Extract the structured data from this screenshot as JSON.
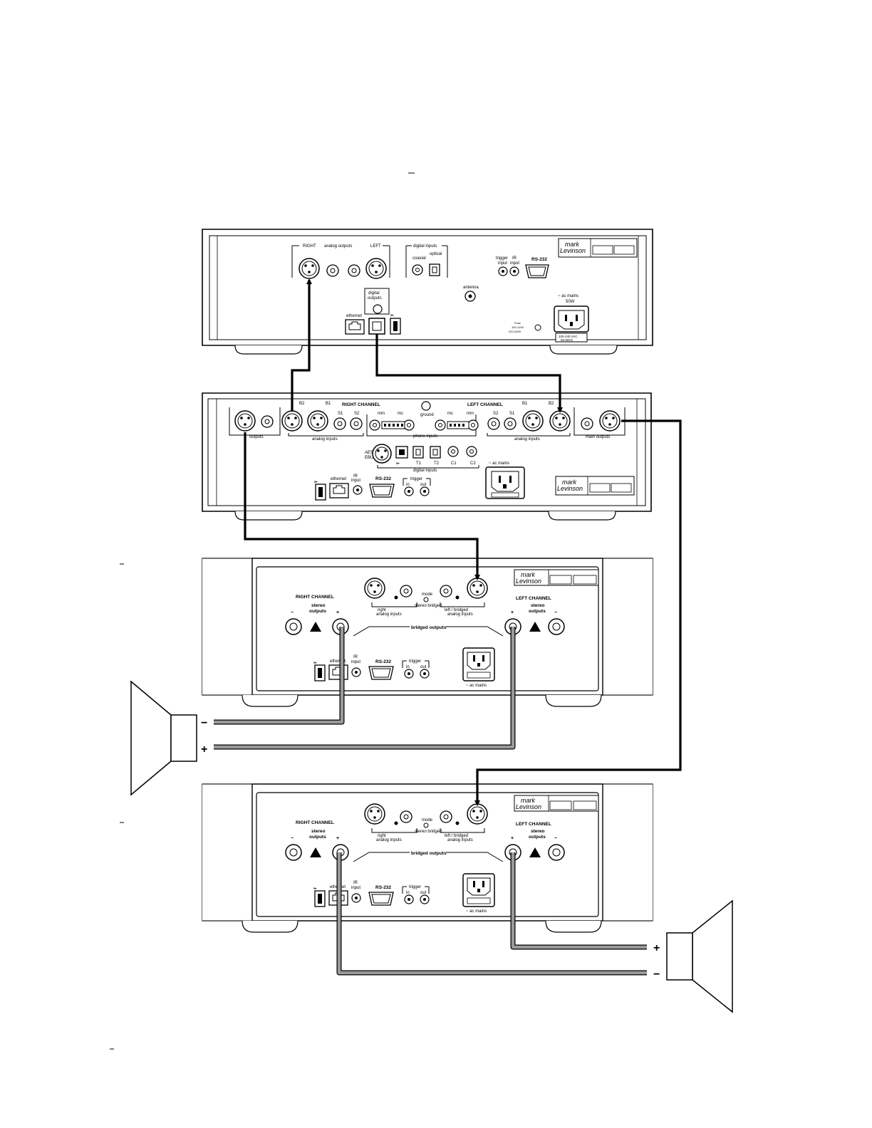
{
  "source": {
    "analog_outputs": "analog outputs",
    "right": "RIGHT",
    "left": "LEFT",
    "digital_inputs": "digital inputs",
    "coaxial": "coaxial",
    "optical": "optical",
    "trigger_input": "trigger input",
    "ir_input": "IR input",
    "rs232": "RS-232",
    "antenna": "antenna",
    "ac_mains": "~ ac mains",
    "watts": "50W",
    "digital_outputs": "digital outputs",
    "ethernet": "ethernet"
  },
  "preamp": {
    "right_channel": "RIGHT CHANNEL",
    "left_channel": "LEFT CHANNEL",
    "ground": "ground",
    "mm": "mm",
    "mc": "mc",
    "phono_inputs": "phono inputs",
    "analog_inputs": "analog inputs",
    "main_outputs": "main outputs",
    "outputs": "outputs",
    "b1": "B1",
    "b2": "B2",
    "s1": "S1",
    "s2": "S2",
    "aes_ebu": "AES/ EBU",
    "digital_inputs": "digital inputs",
    "t1": "T1",
    "t2": "T2",
    "c1": "C1",
    "c2": "C2",
    "ac_mains": "~ ac mains",
    "ethernet": "ethernet",
    "ir_input": "IR input",
    "rs232": "RS-232",
    "trigger": "trigger",
    "in": "in",
    "out": "out"
  },
  "amps": [
    {
      "right_channel": "RIGHT CHANNEL",
      "left_channel": "LEFT CHANNEL",
      "stereo_outputs": "stereo outputs",
      "bridged_outputs": "bridged outputs",
      "right_analog_inputs": "right analog inputs",
      "left_bridged_analog_inputs": "left / bridged analog inputs",
      "mode": "mode",
      "stereo_bridged": "stereo bridged",
      "ethernet": "ethernet",
      "ir_input": "IR input",
      "rs232": "RS-232",
      "trigger": "trigger",
      "in": "in",
      "out": "out",
      "ac_mains": "~ ac mains",
      "minus": "−",
      "plus": "+"
    },
    {
      "right_channel": "RIGHT CHANNEL",
      "left_channel": "LEFT CHANNEL",
      "stereo_outputs": "stereo outputs",
      "bridged_outputs": "bridged outputs",
      "right_analog_inputs": "right analog inputs",
      "left_bridged_analog_inputs": "left / bridged analog inputs",
      "mode": "mode",
      "stereo_bridged": "stereo bridged",
      "ethernet": "ethernet",
      "ir_input": "IR input",
      "rs232": "RS-232",
      "trigger": "trigger",
      "in": "in",
      "out": "out",
      "ac_mains": "~ ac mains",
      "minus": "−",
      "plus": "+"
    }
  ],
  "brand": {
    "line1": "mark",
    "line2": "Levinson"
  },
  "speakers": [
    {
      "minus": "−",
      "plus": "+"
    },
    {
      "plus": "+",
      "minus": "−"
    }
  ]
}
